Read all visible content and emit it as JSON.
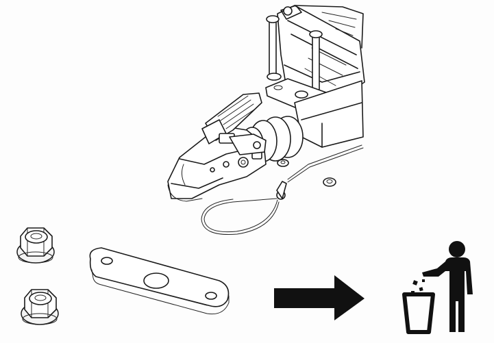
{
  "scene": {
    "background": "#ffffff",
    "ink": "#1a1a1a",
    "parts": [
      "trailer-hitch-coupler",
      "flange-nut",
      "flange-nut",
      "spacer-plate",
      "arrow-right",
      "dispose-in-trash"
    ]
  },
  "icons": {
    "arrow": "arrow-right-icon",
    "trash": "person-discarding-trash-icon"
  }
}
